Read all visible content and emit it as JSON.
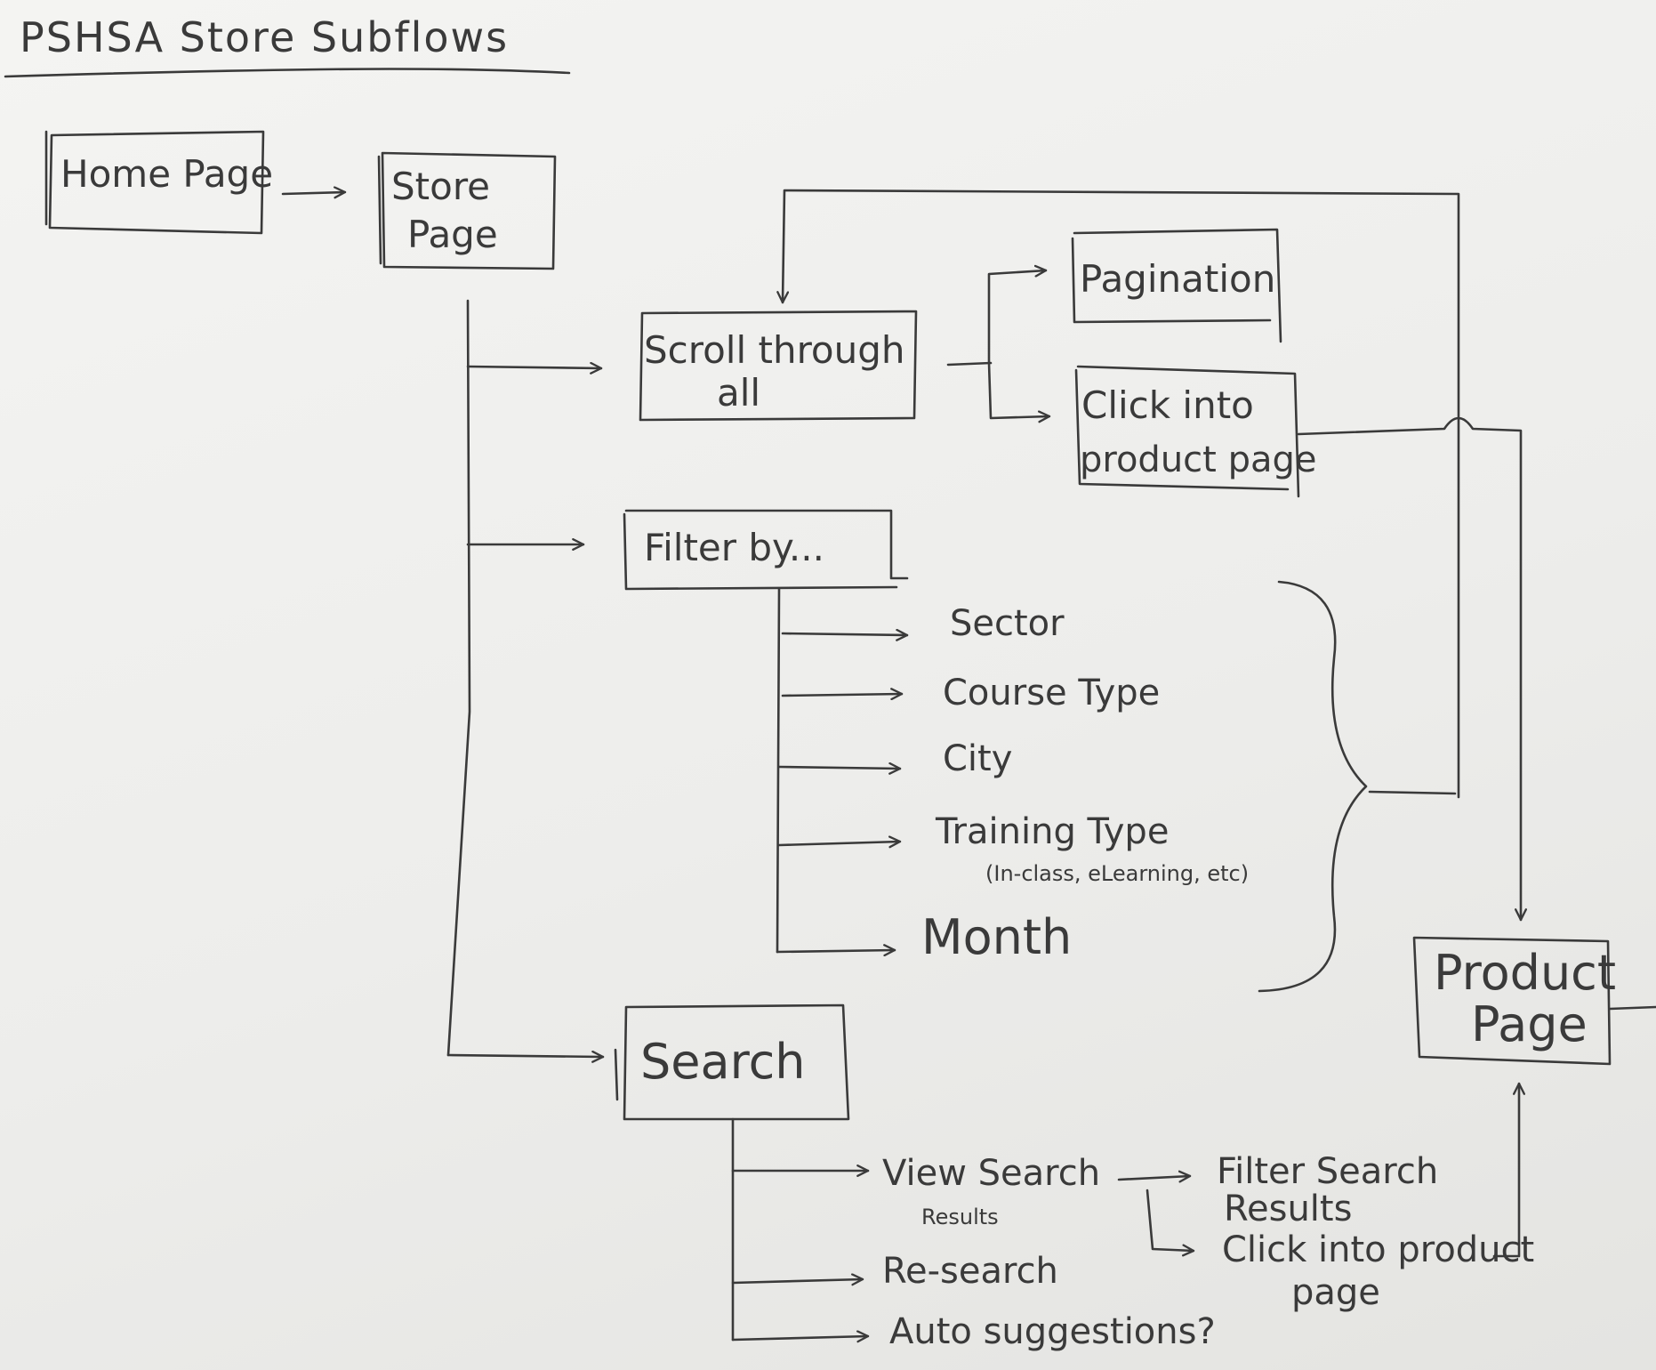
{
  "title": "PSHSA Store Subflows",
  "nodes": {
    "home_page": "Home Page",
    "store_page_line1": "Store",
    "store_page_line2": "Page",
    "scroll_line1": "Scroll through",
    "scroll_line2": "all",
    "pagination": "Pagination",
    "click_product_line1": "Click into",
    "click_product_line2": "product page",
    "filter_by": "Filter by...",
    "search": "Search",
    "product_page_line1": "Product",
    "product_page_line2": "Page"
  },
  "filter_options": {
    "sector": "Sector",
    "course_type": "Course Type",
    "city": "City",
    "training_type": "Training Type",
    "training_type_note": "(In-class, eLearning, etc)",
    "month": "Month"
  },
  "search_options": {
    "view_results_line1": "View Search",
    "view_results_line2": "Results",
    "research": "Re-search",
    "auto_suggestions": "Auto suggestions?",
    "filter_results_line1": "Filter Search",
    "filter_results_line2": "Results",
    "click_product_line1": "Click into product",
    "click_product_line2": "page"
  }
}
